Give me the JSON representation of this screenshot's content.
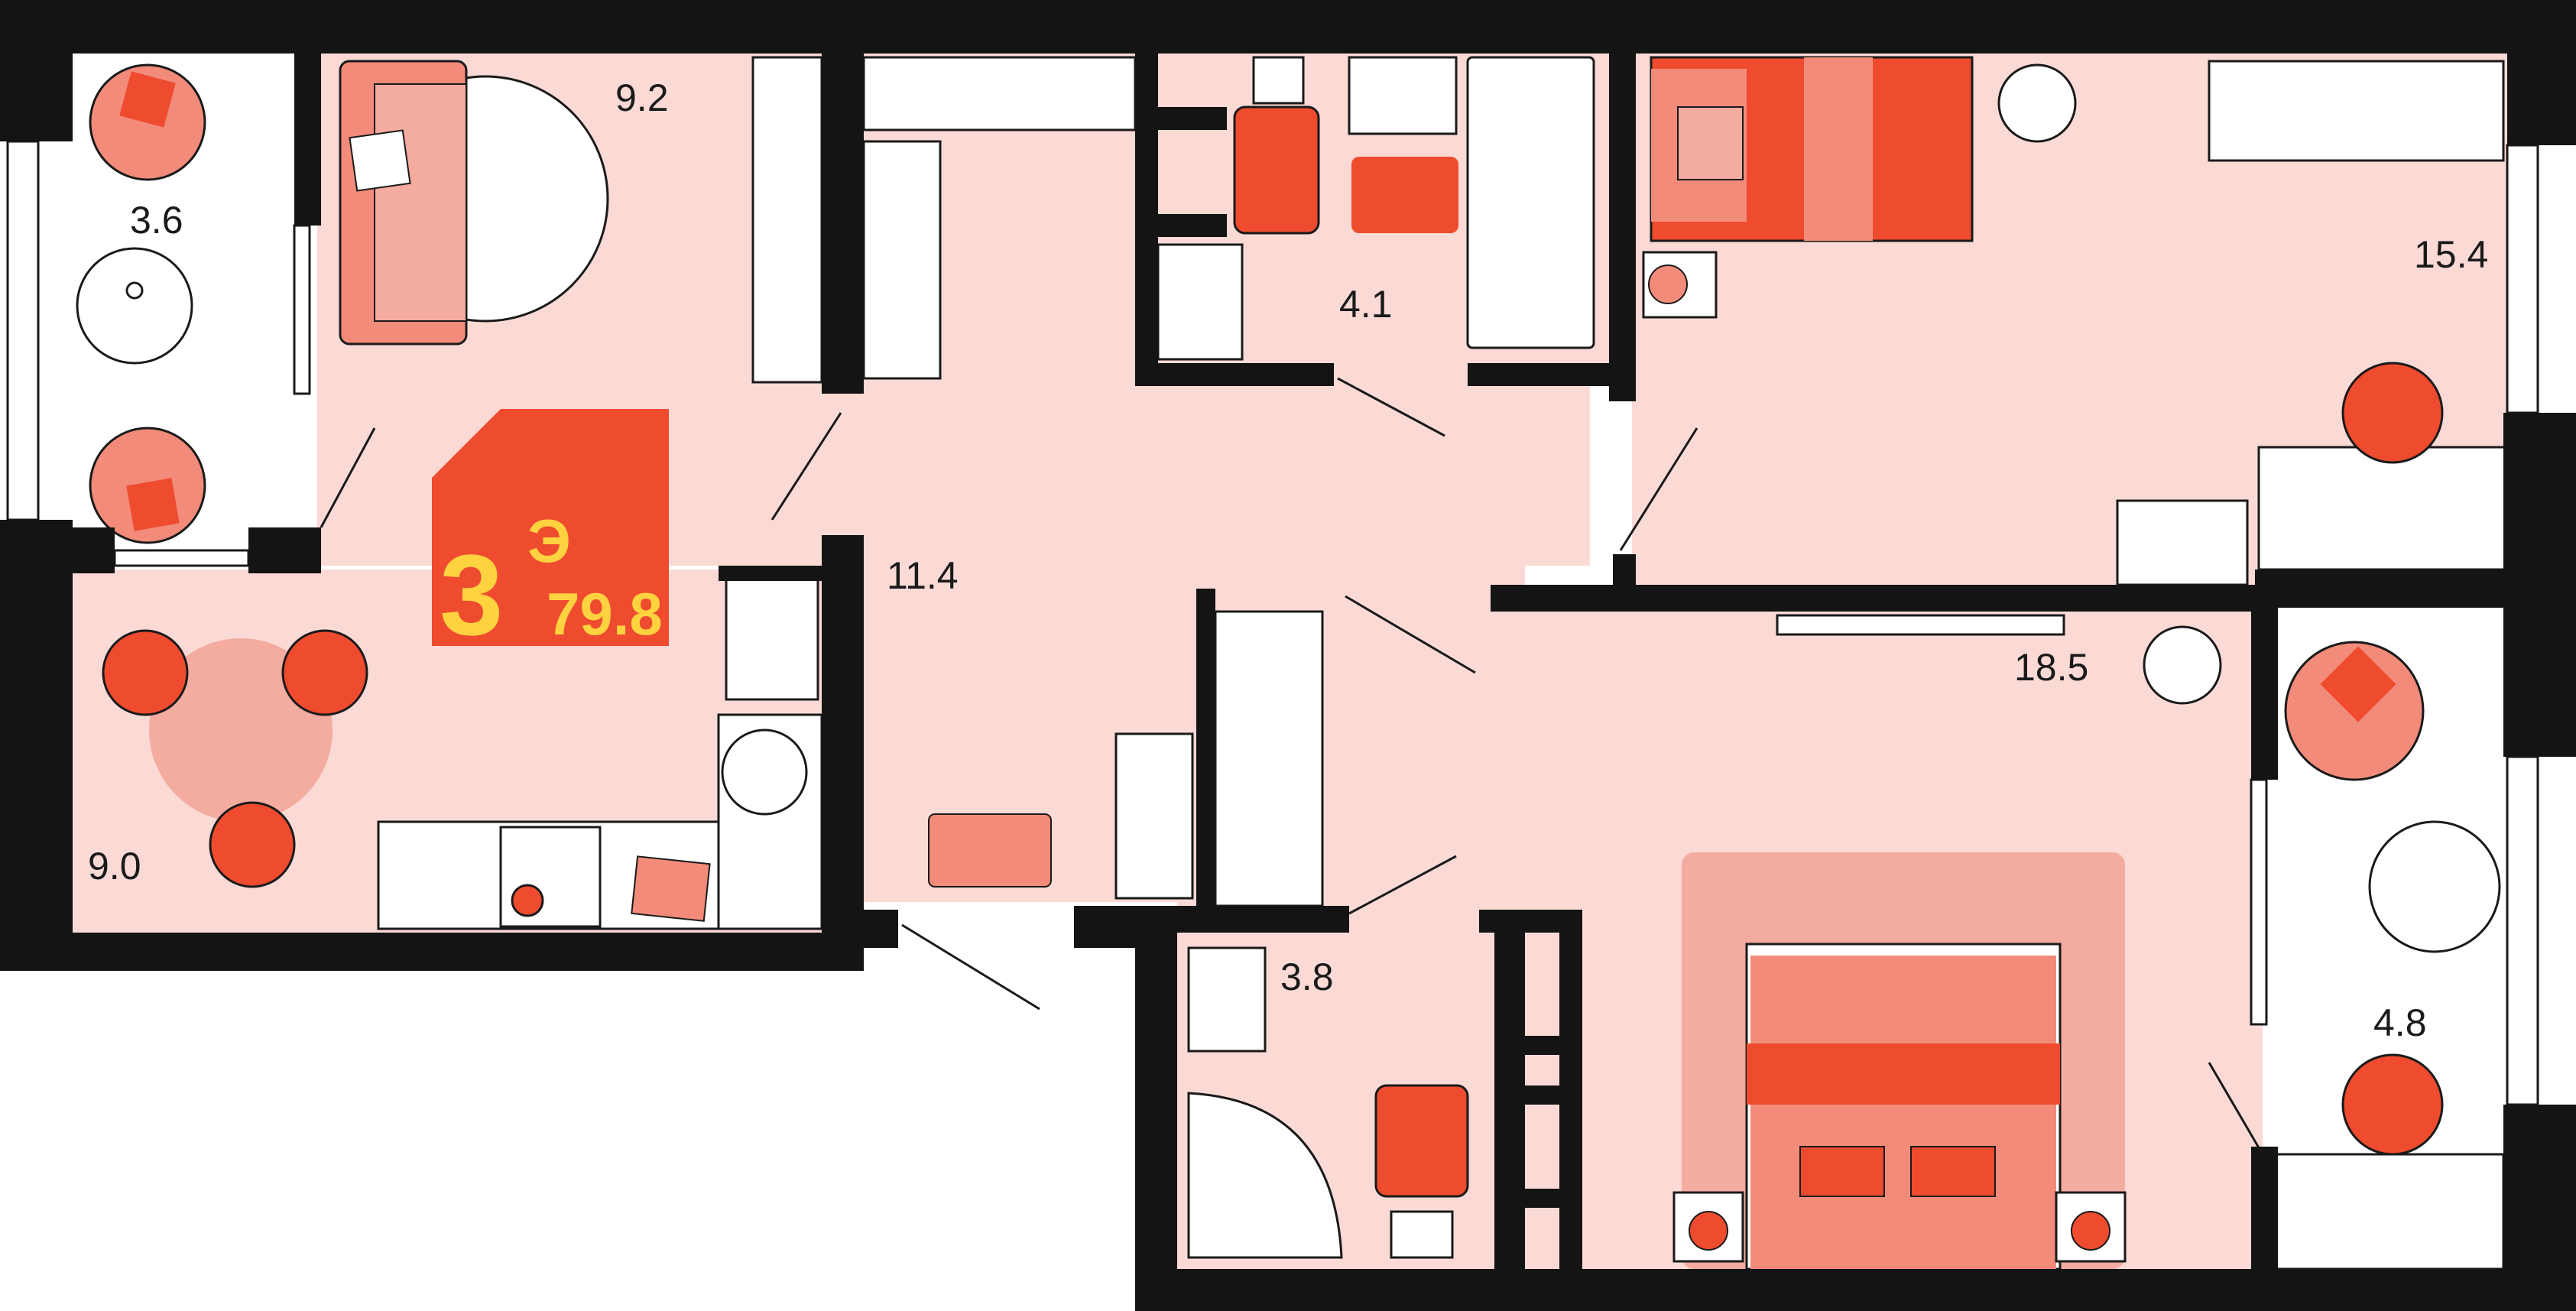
{
  "plan": {
    "badge": {
      "rooms": "3",
      "suffix": "Э",
      "total_area": "79.8"
    },
    "rooms": [
      {
        "key": "balcony_nw",
        "area": "3.6"
      },
      {
        "key": "living",
        "area": "9.2"
      },
      {
        "key": "hall",
        "area": "11.4"
      },
      {
        "key": "kitchen",
        "area": "9.0"
      },
      {
        "key": "bath_main",
        "area": "4.1"
      },
      {
        "key": "bedroom_ne",
        "area": "15.4"
      },
      {
        "key": "bedroom_main",
        "area": "18.5"
      },
      {
        "key": "bath_small",
        "area": "3.8"
      },
      {
        "key": "balcony_se",
        "area": "4.8"
      }
    ],
    "colors": {
      "floor": "#fbdad6",
      "wall": "#141414",
      "accent": "#ee4b2f",
      "accent_mid": "#f28b7a",
      "accent_light": "#f4aba0",
      "badge_text": "#ffd23f",
      "balcony": "#ffffff"
    }
  }
}
